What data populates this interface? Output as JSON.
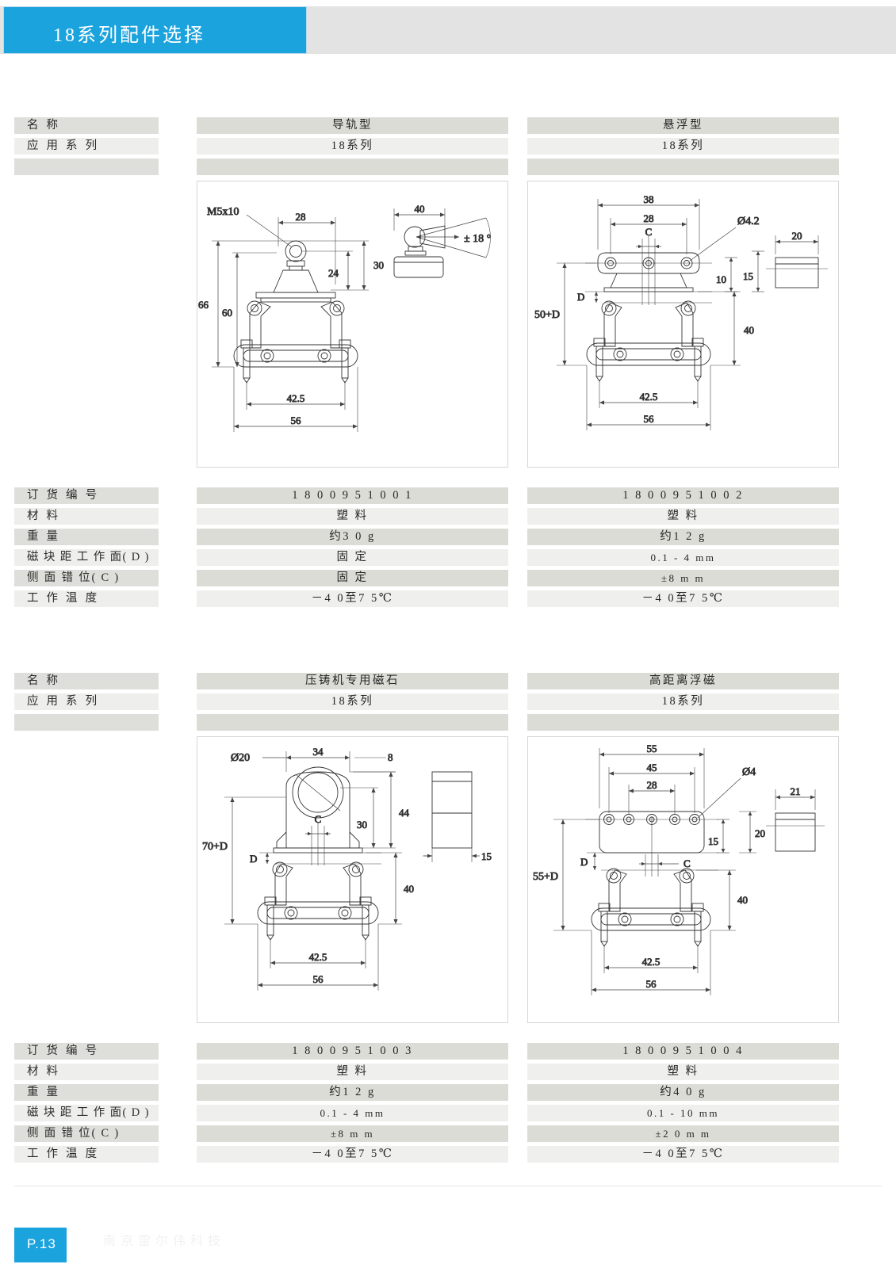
{
  "header": {
    "title": "18系列配件选择",
    "accent_color": "#1ba3dd",
    "band_color": "#e3e3e3"
  },
  "footer": {
    "page_label": "P.13",
    "watermark": "南京雷尔伟科技"
  },
  "row_labels": {
    "name": "名 称",
    "series": "应 用 系 列",
    "blank": "",
    "order_no": "订 货 编 号",
    "material": "材 料",
    "weight": "重 量",
    "distance": "磁 块 距 工 作 面( D )",
    "offset": "侧 面 错 位( C )",
    "temperature": "工 作 温 度"
  },
  "products": [
    {
      "name": "导轨型",
      "series": "18系列",
      "order_no": "1 8 0 0  9 5 1  0 0 1",
      "material": "塑 料",
      "weight": "约3 0 g",
      "distance": "固 定",
      "offset": "固 定",
      "temperature": "－4 0至7 5℃",
      "drawing": {
        "labels": [
          "M5x10",
          "28",
          "30",
          "24",
          "66",
          "60",
          "42.5",
          "56",
          "40",
          "± 18 °"
        ]
      }
    },
    {
      "name": "悬浮型",
      "series": "18系列",
      "order_no": "1 8 0 0  9 5 1  0 0 2",
      "material": "塑 料",
      "weight": "约1 2 g",
      "distance": "0.1 - 4 mm",
      "offset": "±8 m m",
      "temperature": "－4 0至7 5℃",
      "drawing": {
        "labels": [
          "38",
          "28",
          "C",
          "Ø4.2",
          "10",
          "15",
          "D",
          "50+D",
          "40",
          "42.5",
          "56",
          "20"
        ]
      }
    },
    {
      "name": "压铸机专用磁石",
      "series": "18系列",
      "order_no": "1 8 0 0  9 5 1  0 0 3",
      "material": "塑 料",
      "weight": "约1 2 g",
      "distance": "0.1 - 4 mm",
      "offset": "±8 m m",
      "temperature": "－4 0至7 5℃",
      "drawing": {
        "labels": [
          "Ø20",
          "34",
          "8",
          "44",
          "30",
          "C",
          "D",
          "70+D",
          "40",
          "42.5",
          "56",
          "15"
        ]
      }
    },
    {
      "name": "高距离浮磁",
      "series": "18系列",
      "order_no": "1 8 0 0  9 5 1  0 0 4",
      "material": "塑 料",
      "weight": "约4 0 g",
      "distance": "0.1 - 10 mm",
      "offset": "±2 0 m m",
      "temperature": "－4 0至7 5℃",
      "drawing": {
        "labels": [
          "55",
          "45",
          "28",
          "Ø4",
          "15",
          "20",
          "D",
          "C",
          "55+D",
          "40",
          "42.5",
          "56",
          "21"
        ]
      }
    }
  ],
  "dims": {
    "d_m5x10": "M5x10",
    "d_28": "28",
    "d_30": "30",
    "d_24": "24",
    "d_66": "66",
    "d_60": "60",
    "d_42_5": "42.5",
    "d_56": "56",
    "d_40": "40",
    "d_angle": "± 18 °",
    "d_38": "38",
    "d_C": "C",
    "d_D": "D",
    "d_phi42": "Ø4.2",
    "d_10": "10",
    "d_15": "15",
    "d_50D": "50+D",
    "d_20": "20",
    "d_phi20": "Ø20",
    "d_34": "34",
    "d_8": "8",
    "d_44": "44",
    "d_70D": "70+D",
    "d_55": "55",
    "d_45": "45",
    "d_phi4": "Ø4",
    "d_55D": "55+D",
    "d_21": "21"
  }
}
